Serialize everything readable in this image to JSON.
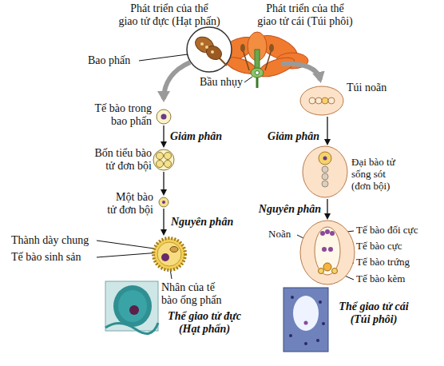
{
  "diagram": {
    "labels": [
      "Phát triển của thể giao tử đực (Hạt phấn)",
      "Phát triển của thể giao tử cái (Túi phôi)",
      "Bao phấn",
      "Bầu nhụy",
      "Tế bào trong bao phấn",
      "Giảm phân",
      "Bốn tiểu bào tử đơn bội",
      "Một bào tử đơn bội",
      "Nguyên phân",
      "Thành dày chung",
      "Tế bào sinh sản",
      "Nhân của tế bào ống phấn",
      "Thể giao tử đực (Hạt phấn)",
      "Túi noãn",
      "Giảm phân",
      "Đại bào tử sống sót (đơn bội)",
      "Nguyên phân",
      "Noãn",
      "Tế bào đối cực",
      "Tế bào cực",
      "Tế bào trứng",
      "Tế bào kèm",
      "Thể giao tử cái (Túi phôi)"
    ]
  }
}
